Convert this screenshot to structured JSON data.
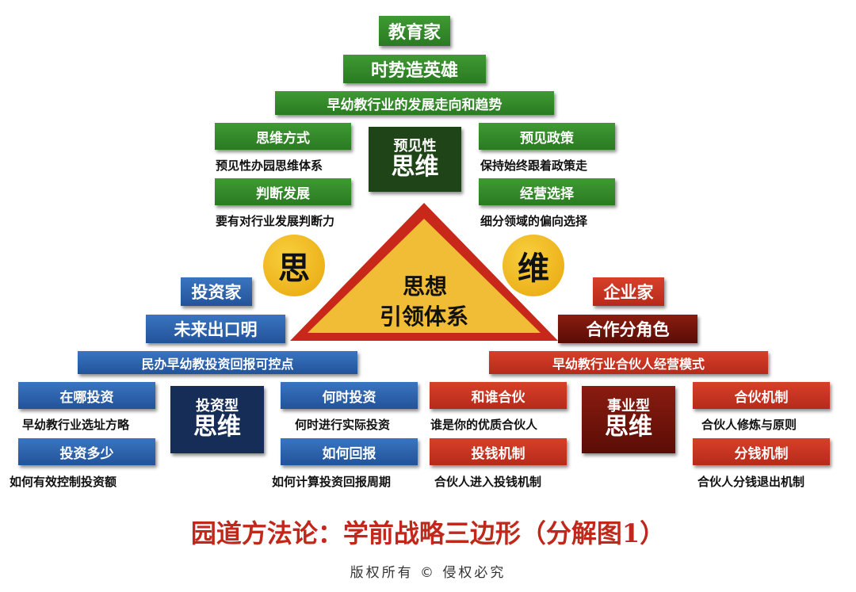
{
  "top": {
    "educator": "教育家",
    "heroes": "时势造英雄",
    "trend": "早幼教行业的发展走向和趋势"
  },
  "foresight": {
    "core_small": "预见性",
    "core_big": "思维",
    "left": [
      {
        "label": "思维方式",
        "desc": "预见性办园思维体系"
      },
      {
        "label": "判断发展",
        "desc": "要有对行业发展判断力"
      }
    ],
    "right": [
      {
        "label": "预见政策",
        "desc": "保持始终跟着政策走"
      },
      {
        "label": "经营选择",
        "desc": "细分领域的偏向选择"
      }
    ]
  },
  "center": {
    "line1": "思想",
    "line2": "引领体系",
    "circle_left": "思",
    "circle_right": "维"
  },
  "investor": {
    "title": "投资家",
    "subtitle": "未来出口明",
    "banner": "民办早幼教投资回报可控点",
    "core_small": "投资型",
    "core_big": "思维",
    "left": [
      {
        "label": "在哪投资",
        "desc": "早幼教行业选址方略"
      },
      {
        "label": "投资多少",
        "desc": "如何有效控制投资额"
      }
    ],
    "right": [
      {
        "label": "何时投资",
        "desc": "何时进行实际投资"
      },
      {
        "label": "如何回报",
        "desc": "如何计算投资回报周期"
      }
    ]
  },
  "entrepreneur": {
    "title": "企业家",
    "subtitle": "合作分角色",
    "banner": "早幼教行业合伙人经营模式",
    "core_small": "事业型",
    "core_big": "思维",
    "left": [
      {
        "label": "和谁合伙",
        "desc": "谁是你的优质合伙人"
      },
      {
        "label": "投钱机制",
        "desc": "合伙人进入投钱机制"
      }
    ],
    "right": [
      {
        "label": "合伙机制",
        "desc": "合伙人修炼与原则"
      },
      {
        "label": "分钱机制",
        "desc": "合伙人分钱退出机制"
      }
    ]
  },
  "footer": {
    "title": "园道方法论：学前战略三边形（分解图1）",
    "copyright": "版权所有 © 侵权必究"
  },
  "colors": {
    "green": "#2f8a26",
    "blue": "#2a5fa8",
    "red": "#c53220",
    "yellow": "#f2b824"
  }
}
